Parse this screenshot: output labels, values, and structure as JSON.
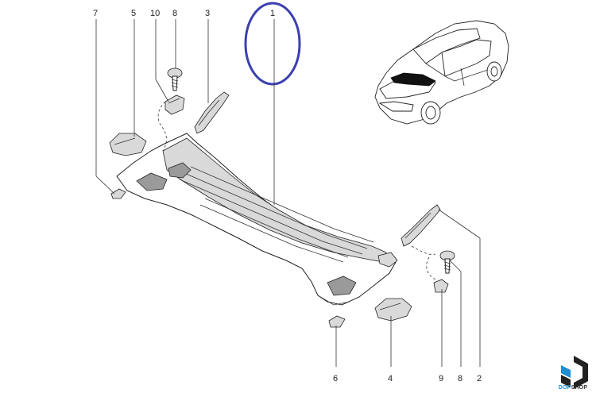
{
  "diagram": {
    "callouts": [
      {
        "id": "1",
        "label": "1"
      },
      {
        "id": "2",
        "label": "2"
      },
      {
        "id": "3",
        "label": "3"
      },
      {
        "id": "4",
        "label": "4"
      },
      {
        "id": "5",
        "label": "5"
      },
      {
        "id": "6",
        "label": "6"
      },
      {
        "id": "7",
        "label": "7"
      },
      {
        "id": "8a",
        "label": "8"
      },
      {
        "id": "8b",
        "label": "8"
      },
      {
        "id": "9",
        "label": "9"
      },
      {
        "id": "10",
        "label": "10"
      }
    ],
    "highlight_color": "#3a3fb0"
  },
  "brand": {
    "name_part1": "DOP",
    "name_part2": "SHOP",
    "accent_color": "#1b8fd0"
  }
}
